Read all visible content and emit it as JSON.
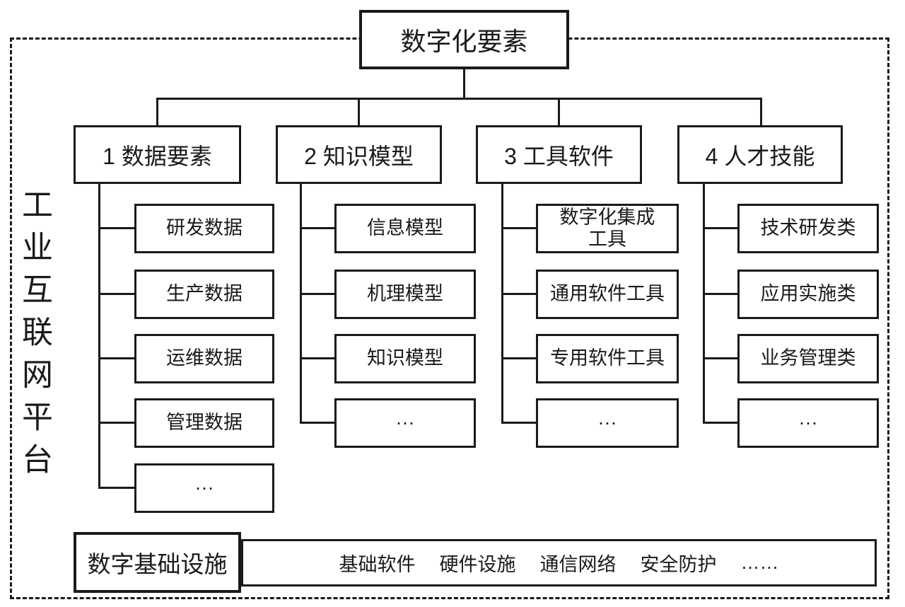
{
  "diagram": {
    "platform_label": "工业互联网平台",
    "root_label": "数字化要素",
    "branches": [
      {
        "label": "1 数据要素",
        "children": [
          "研发数据",
          "生产数据",
          "运维数据",
          "管理数据",
          "···"
        ]
      },
      {
        "label": "2 知识模型",
        "children": [
          "信息模型",
          "机理模型",
          "知识模型",
          "···"
        ]
      },
      {
        "label": "3 工具软件",
        "children": [
          "数字化集成\n工具",
          "通用软件工具",
          "专用软件工具",
          "···"
        ]
      },
      {
        "label": "4 人才技能",
        "children": [
          "技术研发类",
          "应用实施类",
          "业务管理类",
          "···"
        ]
      }
    ],
    "infrastructure": {
      "label": "数字基础设施",
      "items": [
        "基础软件",
        "硬件设施",
        "通信网络",
        "安全防护",
        "……"
      ]
    },
    "colors": {
      "line": "#1a1a1a",
      "background": "#ffffff"
    }
  }
}
